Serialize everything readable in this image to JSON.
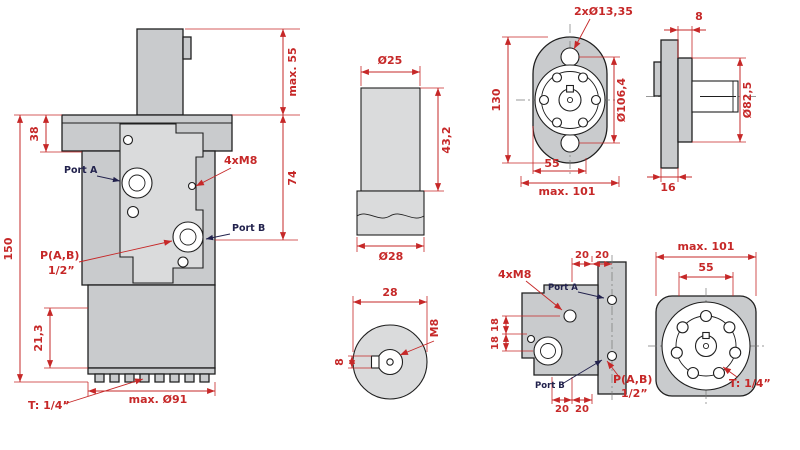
{
  "colors": {
    "dimension_red": "#c62828",
    "outline": "#1f1f1f",
    "body_fill": "#c9cbcd",
    "port_label_navy": "#22224d",
    "background": "#ffffff"
  },
  "views": {
    "front": {
      "dim_shaft": "max. 55",
      "dim_flange": "38",
      "dim_height": "150",
      "dim_lower": "21,3",
      "dim_ports": "74",
      "dim_body": "max. Ø91",
      "label_port_a": "Port A",
      "label_port_b": "Port B",
      "callout_bolts": "4xM8",
      "callout_ports_1": "P(A,B)",
      "callout_ports_2": "1/2”",
      "callout_drain": "T: 1/4”"
    },
    "shaft_detail": {
      "dim_dia_top": "Ø25",
      "dim_length": "43,2",
      "dim_dia_bottom": "Ø28",
      "dim_across": "28",
      "callout_thread": "M8",
      "dim_key": "8"
    },
    "flange_front": {
      "callout_holes": "2xØ13,35",
      "dim_height": "130",
      "dim_bolt_circle": "Ø106,4",
      "dim_center": "55",
      "dim_width": "max. 101"
    },
    "flange_side": {
      "dim_plate": "8",
      "dim_pilot": "Ø82,5",
      "dim_hub": "16"
    },
    "port_face": {
      "callout_bolts": "4xM8",
      "label_port_a": "Port A",
      "label_port_b": "Port B",
      "dim_top_1": "20",
      "dim_top_2": "20",
      "dim_side_1": "18",
      "dim_side_2": "18",
      "dim_bottom_1": "20",
      "dim_bottom_2": "20",
      "callout_ports_1": "P(A,B)",
      "callout_ports_2": "1/2”"
    },
    "rear": {
      "dim_width": "max. 101",
      "dim_center": "55",
      "callout_drain": "T: 1/4”"
    }
  }
}
